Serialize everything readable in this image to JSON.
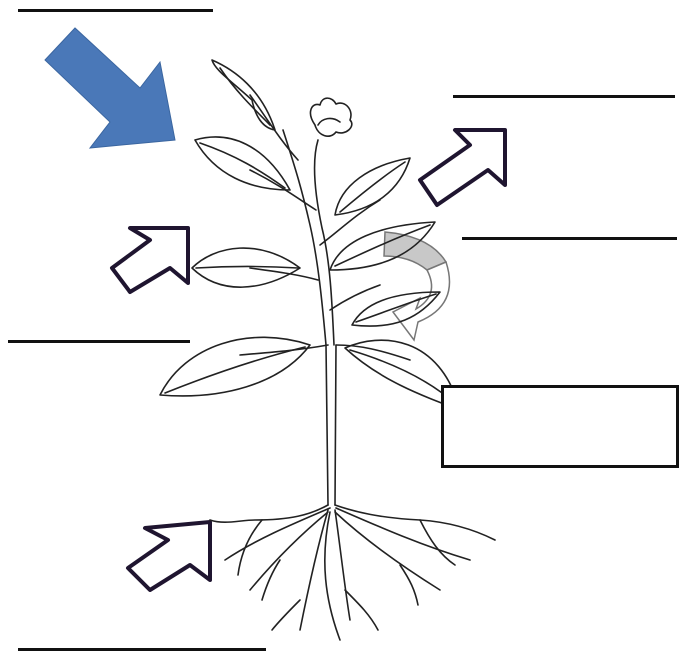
{
  "diagram": {
    "kind": "plant parts labeling worksheet",
    "blanks": [
      {
        "id": "top-left-blank",
        "value": ""
      },
      {
        "id": "top-right-blank",
        "value": ""
      },
      {
        "id": "middle-right-blank",
        "value": ""
      },
      {
        "id": "middle-left-blank",
        "value": ""
      },
      {
        "id": "bottom-left-blank",
        "value": ""
      }
    ],
    "answer_box": {
      "value": ""
    },
    "arrows": [
      {
        "id": "blue-arrow",
        "color": "#4a78b8",
        "icon": "diagonal-arrow-down-right"
      },
      {
        "id": "flower-arrow",
        "color": "#1f1530",
        "icon": "outline-arrow-up-right"
      },
      {
        "id": "leaf-arrow",
        "color": "#1f1530",
        "icon": "outline-arrow-up-right"
      },
      {
        "id": "root-arrow",
        "color": "#1f1530",
        "icon": "outline-arrow-up-right"
      },
      {
        "id": "cycle-arrow",
        "color": "#c8c8c8",
        "icon": "curved-arrow-down"
      }
    ]
  }
}
